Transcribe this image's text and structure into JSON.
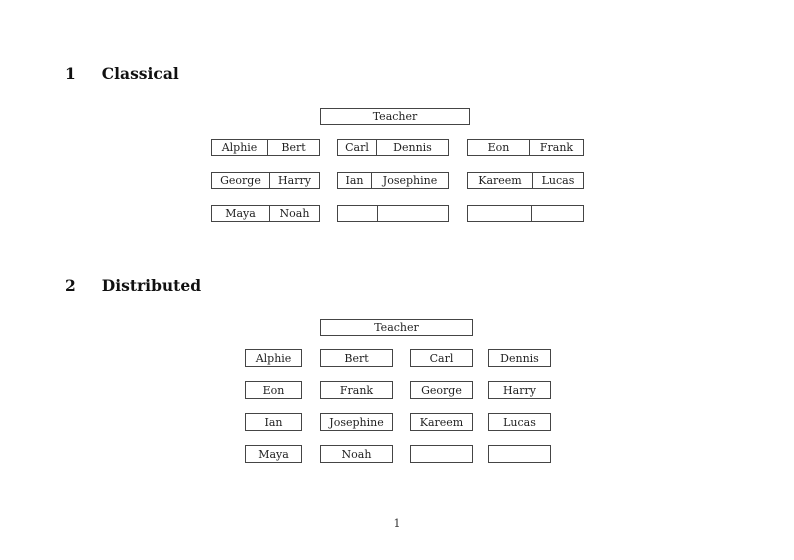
{
  "page": {
    "number": "1"
  },
  "sections": [
    {
      "number": "1",
      "title": "Classical",
      "teacher_label": "Teacher",
      "rows": [
        [
          [
            "Alphie",
            "Bert"
          ],
          [
            "Carl",
            "Dennis"
          ],
          [
            "Eon",
            "Frank"
          ]
        ],
        [
          [
            "George",
            "Harry"
          ],
          [
            "Ian",
            "Josephine"
          ],
          [
            "Kareem",
            "Lucas"
          ]
        ],
        [
          [
            "Maya",
            "Noah"
          ],
          [
            "",
            ""
          ],
          [
            "",
            ""
          ]
        ]
      ]
    },
    {
      "number": "2",
      "title": "Distributed",
      "teacher_label": "Teacher",
      "rows": [
        [
          "Alphie",
          "Bert",
          "Carl",
          "Dennis"
        ],
        [
          "Eon",
          "Frank",
          "George",
          "Harry"
        ],
        [
          "Ian",
          "Josephine",
          "Kareem",
          "Lucas"
        ],
        [
          "Maya",
          "Noah",
          "",
          ""
        ]
      ]
    }
  ]
}
